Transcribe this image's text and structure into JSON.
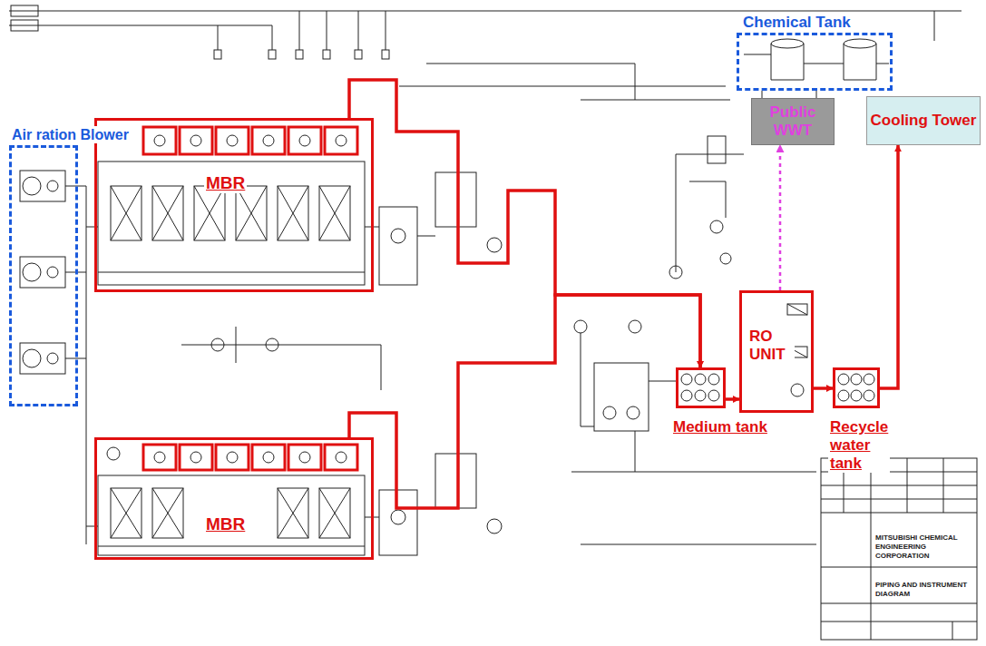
{
  "diagram": {
    "nodes": [
      {
        "text": [
          "MBR"
        ]
      },
      {
        "text": [
          "MBR"
        ]
      },
      {
        "text": [
          "Air ration Blower"
        ]
      },
      {
        "text": [
          "Chemical Tank"
        ]
      },
      {
        "text": [
          "Public WWT"
        ]
      },
      {
        "text": [
          "Cooling Tower"
        ]
      },
      {
        "text": [
          "Medium tank"
        ]
      },
      {
        "text": [
          "RO UNIT"
        ]
      },
      {
        "text": [
          "Recycle water tank"
        ]
      }
    ],
    "edges": [
      {
        "from": 0,
        "to": 6,
        "arrow": "to"
      },
      {
        "from": 1,
        "to": 6,
        "arrow": "to"
      },
      {
        "from": 6,
        "to": 7,
        "arrow": "to"
      },
      {
        "from": 7,
        "to": 8,
        "arrow": "to"
      },
      {
        "from": 7,
        "to": 4,
        "arrow": "to"
      },
      {
        "from": 8,
        "to": 5,
        "arrow": "to"
      }
    ],
    "labels": [
      "MITSUBISHI CHEMICAL ENGINEERING CORPORATION",
      "PIPING AND INSTRUMENT DIAGRAM"
    ]
  }
}
